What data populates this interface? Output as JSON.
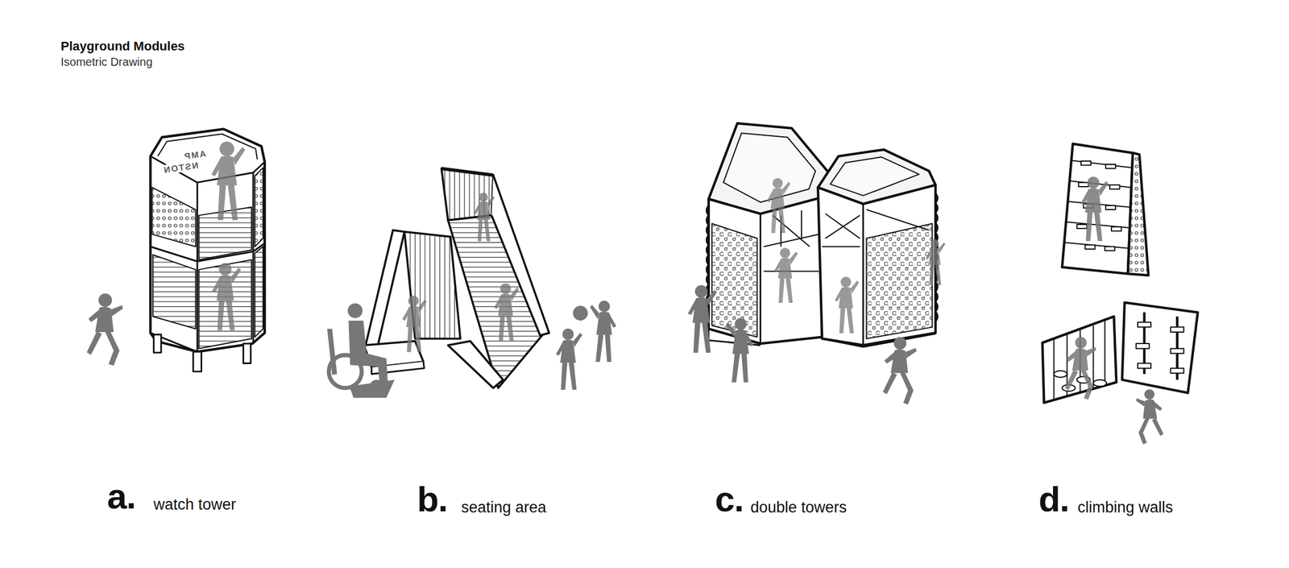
{
  "diagram": {
    "title": "Playground Modules",
    "labels": [
      "Isometric Drawing",
      "a.",
      "watch tower",
      "b.",
      "seating area",
      "c.",
      "double towers",
      "d.",
      "climbing walls",
      "AMP",
      "NSTON"
    ]
  }
}
